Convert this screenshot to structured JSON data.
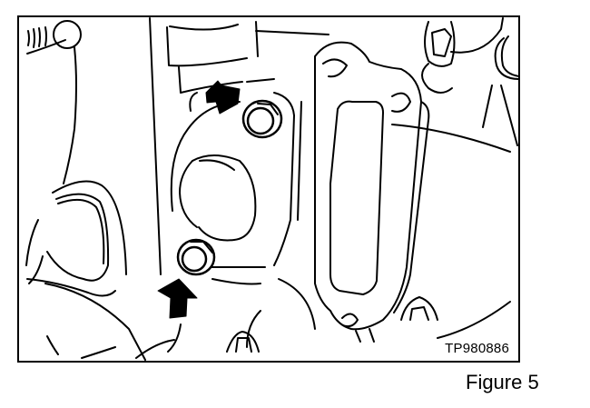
{
  "figure": {
    "code": "TP980886",
    "caption": "Figure 5",
    "description": "Line drawing of thermostat housing with two arrows indicating mounting bolts",
    "colors": {
      "line": "#000000",
      "background": "#ffffff"
    },
    "callouts": [
      {
        "icon": "arrow-down-right-icon",
        "target": "upper-bolt"
      },
      {
        "icon": "arrow-up-icon",
        "target": "lower-bolt"
      }
    ]
  }
}
